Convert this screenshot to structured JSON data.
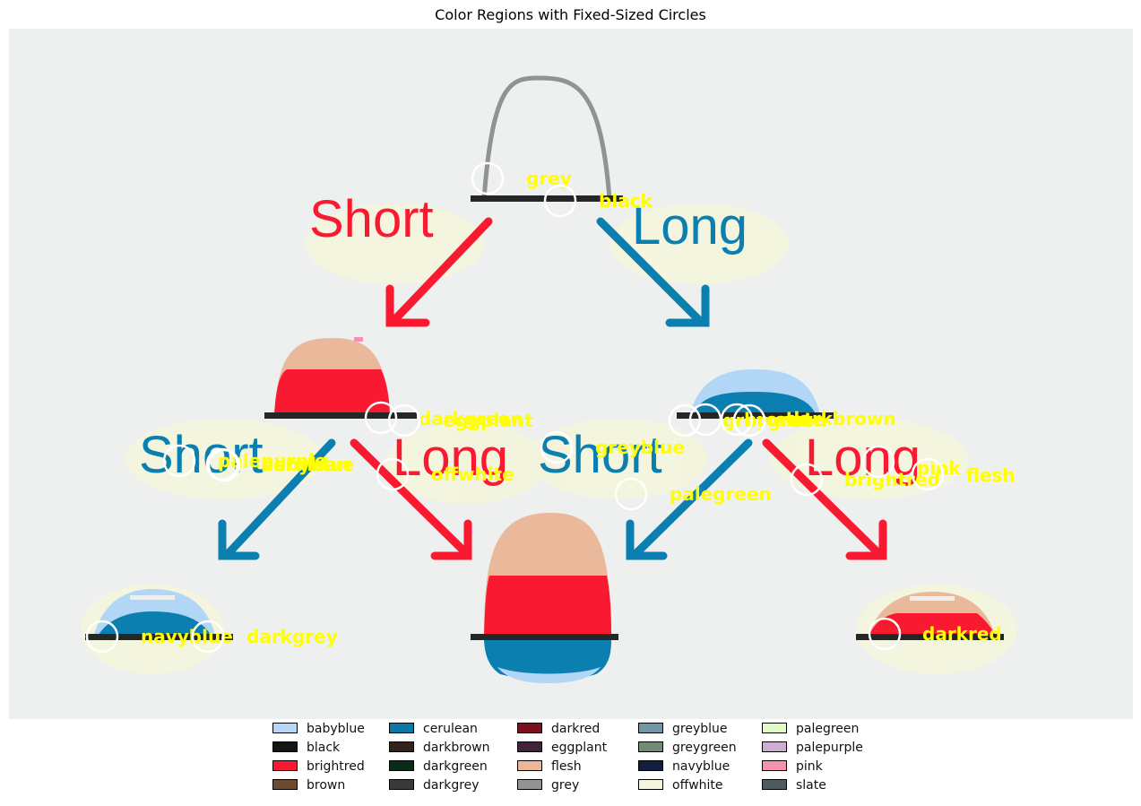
{
  "title": "Color Regions with Fixed-Sized Circles",
  "colors": {
    "plot_bg": "#eeefef",
    "label_text": "#ffff00",
    "circle_stroke": "#ffffff",
    "red": "#f91a32",
    "blue": "#0a7fb0",
    "flesh": "#eab89a",
    "babyblue": "#b2d6f5",
    "grey": "#909393",
    "dark": "#252727",
    "offwhite": "#f4f5dd",
    "pink": "#f491ad"
  },
  "diagram_text": {
    "short_top": "Short",
    "long_top": "Long",
    "short_left": "Short",
    "long_left": "Long",
    "short_right": "Short",
    "long_right": "Long"
  },
  "chart_data": {
    "type": "annotated_image",
    "title": "Color Regions with Fixed-Sized Circles",
    "annotations": [
      {
        "label": "grey"
      },
      {
        "label": "black"
      },
      {
        "label": "darkgreen"
      },
      {
        "label": "eggplant"
      },
      {
        "label": "greygreen"
      },
      {
        "label": "brown"
      },
      {
        "label": "slate"
      },
      {
        "label": "darkbrown"
      },
      {
        "label": "palepurple"
      },
      {
        "label": "babyblue"
      },
      {
        "label": "cerulean"
      },
      {
        "label": "offwhite"
      },
      {
        "label": "greyblue"
      },
      {
        "label": "palegreen"
      },
      {
        "label": "brightred"
      },
      {
        "label": "pink"
      },
      {
        "label": "flesh"
      },
      {
        "label": "navyblue"
      },
      {
        "label": "darkgrey"
      },
      {
        "label": "darkred"
      }
    ],
    "legend": [
      {
        "label": "babyblue",
        "color": "#b6d7f5"
      },
      {
        "label": "black",
        "color": "#141414"
      },
      {
        "label": "brightred",
        "color": "#f51a32"
      },
      {
        "label": "brown",
        "color": "#6e4b2e"
      },
      {
        "label": "cerulean",
        "color": "#0a79a8"
      },
      {
        "label": "darkbrown",
        "color": "#33231a"
      },
      {
        "label": "darkgreen",
        "color": "#0a2b17"
      },
      {
        "label": "darkgrey",
        "color": "#373a39"
      },
      {
        "label": "darkred",
        "color": "#7c111b"
      },
      {
        "label": "eggplant",
        "color": "#3e2539"
      },
      {
        "label": "flesh",
        "color": "#ecb798"
      },
      {
        "label": "grey",
        "color": "#939393"
      },
      {
        "label": "greyblue",
        "color": "#7396a6"
      },
      {
        "label": "greygreen",
        "color": "#748a74"
      },
      {
        "label": "navyblue",
        "color": "#111e3d"
      },
      {
        "label": "offwhite",
        "color": "#f4f5dc"
      },
      {
        "label": "palegreen",
        "color": "#e1fbc8"
      },
      {
        "label": "palepurple",
        "color": "#d0aecf"
      },
      {
        "label": "pink",
        "color": "#f592ad"
      },
      {
        "label": "slate",
        "color": "#4d5a60"
      }
    ],
    "legend_placement": "lower-center",
    "axes": "off"
  }
}
